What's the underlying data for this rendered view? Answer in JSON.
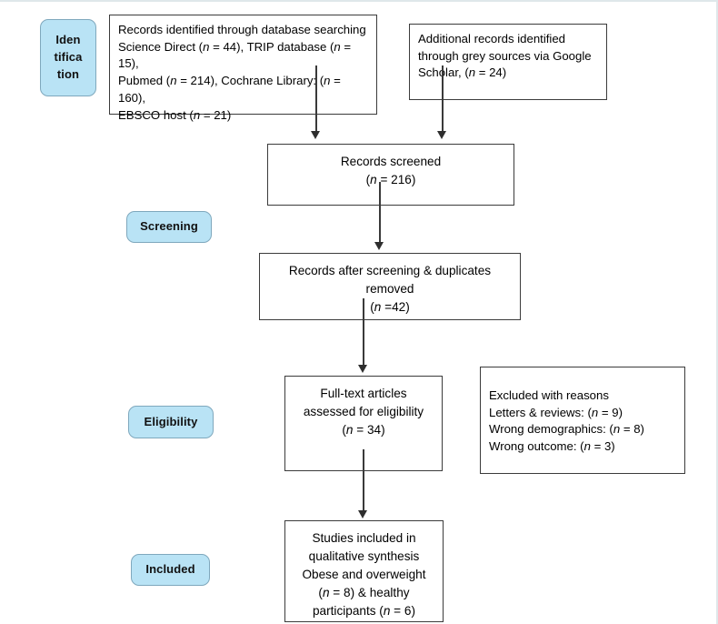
{
  "diagram": {
    "title": "PRISMA flow diagram",
    "type": "flowchart",
    "background_color": "#ffffff",
    "stage_fill_color": "#b9e3f5",
    "stage_border_color": "#7fa8bd",
    "box_border_color": "#3b3b3b",
    "connector_color": "#3a3a3a"
  },
  "stages": [
    {
      "id": "identification",
      "lines": [
        "Iden",
        "tifica",
        "tion"
      ],
      "line1": "Iden",
      "line2": "tifica",
      "line3": "tion"
    },
    {
      "id": "screening",
      "label": "Screening"
    },
    {
      "id": "eligibility",
      "label": "Eligibility"
    },
    {
      "id": "included",
      "label": "Included"
    }
  ],
  "boxes": {
    "database_records": {
      "line1": "Records identified through database searching",
      "line2_a": "Science Direct (",
      "line2_n1": "n",
      "line2_b": " = 44), TRIP database (",
      "line2_n2": "n",
      "line2_c": " = 15),",
      "line3_a": "Pubmed (",
      "line3_n1": "n",
      "line3_b": " = 214), Cochrane Library: (",
      "line3_n2": "n",
      "line3_c": " = 160),",
      "line4_a": "EBSCO host (",
      "line4_n1": "n",
      "line4_b": " = 21)",
      "plain_text": "Records identified through database searching\nScience Direct (n = 44), TRIP database (n = 15),\nPubmed (n = 214), Cochrane Library: (n = 160),\nEBSCO host (n = 21)",
      "counts": {
        "science_direct": 44,
        "trip_database": 15,
        "pubmed": 214,
        "cochrane_library": 160,
        "ebsco_host": 21
      }
    },
    "grey_records": {
      "line1": "Additional records identified",
      "line2": "through grey sources via Google",
      "line3_a": "Scholar, (",
      "line3_n": "n",
      "line3_b": " = 24)",
      "plain_text": "Additional records identified\nthrough grey sources via Google\nScholar, (n = 24)",
      "count": 24
    },
    "records_screened": {
      "line1": "Records screened",
      "line2_a": "(",
      "line2_n": "n",
      "line2_b": " = 216)",
      "plain_text": "Records screened\n(n = 216)",
      "count": 216
    },
    "records_after_screening": {
      "line1": "Records after screening & duplicates",
      "line2": "removed",
      "line3_a": "(",
      "line3_n": "n",
      "line3_b": " =42)",
      "plain_text": "Records after screening & duplicates removed\n(n =42)",
      "count": 42
    },
    "full_text_assessed": {
      "line1": "Full-text articles",
      "line2": "assessed for eligibility",
      "line3_a": "(",
      "line3_n": "n",
      "line3_b": " = 34)",
      "plain_text": "Full-text articles assessed for eligibility\n(n = 34)",
      "count": 34
    },
    "excluded": {
      "line1": "Excluded with reasons",
      "line2_a": "Letters & reviews: (",
      "line2_n": "n",
      "line2_b": " = 9)",
      "line3_a": "Wrong demographics: (",
      "line3_n": "n",
      "line3_b": " = 8)",
      "line4_a": "Wrong outcome: (",
      "line4_n": "n",
      "line4_b": " = 3)",
      "plain_text": "Excluded with reasons\nLetters & reviews: (n = 9)\nWrong demographics: (n = 8)\nWrong outcome: (n = 3)",
      "counts": {
        "letters_and_reviews": 9,
        "wrong_demographics": 8,
        "wrong_outcome": 3
      }
    },
    "studies_included": {
      "line1": "Studies included in",
      "line2": "qualitative synthesis",
      "line3": "Obese and overweight",
      "line4_a": "(",
      "line4_n": "n",
      "line4_b": " = 8) & healthy",
      "line5_a": "participants (",
      "line5_n": "n",
      "line5_b": " = 6)",
      "plain_text": "Studies included in qualitative synthesis\nObese and overweight (n = 8) & healthy participants (n = 6)",
      "counts": {
        "obese_and_overweight": 8,
        "healthy_participants": 6
      }
    }
  }
}
